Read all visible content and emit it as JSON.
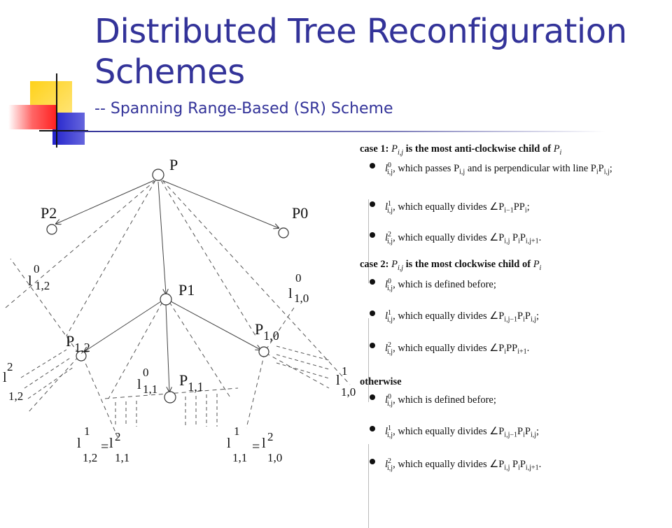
{
  "slide": {
    "title": "Distributed Tree Reconfiguration Schemes",
    "subtitle": "--  Spanning Range-Based (SR) Scheme"
  },
  "diagram": {
    "nodes": {
      "P": "P",
      "P0": "P0",
      "P1": "P1",
      "P2": "P2",
      "P10": "P",
      "P10_sub": "1,0",
      "P11": "P",
      "P11_sub": "1,1",
      "P12": "P",
      "P12_sub": "1,2"
    },
    "line_labels": {
      "l12_0": {
        "base": "l",
        "sup": "0",
        "sub": "1,2"
      },
      "l10_0": {
        "base": "l",
        "sup": "0",
        "sub": "1,0"
      },
      "l12_2": {
        "base": "l",
        "sup": "2",
        "sub": "1,2"
      },
      "l10_1": {
        "base": "l",
        "sup": "1",
        "sub": "1,0"
      },
      "l11_0": {
        "base": "l",
        "sup": "0",
        "sub": "1,1"
      },
      "eq_left": {
        "lhs_sup": "1",
        "lhs_sub": "1,2",
        "eq": "=",
        "rhs_sup": "2",
        "rhs_sub": "1,1",
        "base": "l"
      },
      "eq_right": {
        "lhs_sup": "1",
        "lhs_sub": "1,1",
        "eq": "=",
        "rhs_sup": "2",
        "rhs_sub": "1,0",
        "base": "l"
      }
    }
  },
  "cases": [
    {
      "head_bold": "case 1:",
      "head_math": "P",
      "head_math_sub": "i,j",
      "head_text": " is the most anti-clockwise child of ",
      "head_end": "P",
      "head_end_sub": "i",
      "items": [
        {
          "lbl_sup": "0",
          "lbl_sub": "i,j",
          "text": ", which passes P",
          "text_sub": "i,j",
          "tail": " and is perpendicular with line P",
          "tail_sub": "i",
          "tail2": "P",
          "tail2_sub": "i,j",
          "tail3": ";"
        },
        {
          "lbl_sup": "1",
          "lbl_sub": "i,j",
          "text": ", which equally divides ∠P",
          "text_sub": "i−1",
          "tail": "PP",
          "tail_sub": "i",
          "tail2": ";",
          "tail2_sub": "",
          "tail3": ""
        },
        {
          "lbl_sup": "2",
          "lbl_sub": "i,j",
          "text": ", which equally divides ∠P",
          "text_sub": "i,j",
          "tail": " P",
          "tail_sub": "i",
          "tail2": "P",
          "tail2_sub": "i,j+1",
          "tail3": "."
        }
      ]
    },
    {
      "head_bold": "case 2:",
      "head_math": "P",
      "head_math_sub": "i,j",
      "head_text": " is the most clockwise child of ",
      "head_end": "P",
      "head_end_sub": "i",
      "items": [
        {
          "lbl_sup": "0",
          "lbl_sub": "i,j",
          "text": ", which is defined before;",
          "text_sub": "",
          "tail": "",
          "tail_sub": "",
          "tail2": "",
          "tail2_sub": "",
          "tail3": ""
        },
        {
          "lbl_sup": "1",
          "lbl_sub": "i,j",
          "text": ", which equally divides ∠P",
          "text_sub": "i,j−1",
          "tail": "P",
          "tail_sub": "i",
          "tail2": "P",
          "tail2_sub": "i,j",
          "tail3": ";"
        },
        {
          "lbl_sup": "2",
          "lbl_sub": "i,j",
          "text": ", which equally divides ∠P",
          "text_sub": "i",
          "tail": "PP",
          "tail_sub": "i+1",
          "tail2": ".",
          "tail2_sub": "",
          "tail3": ""
        }
      ]
    },
    {
      "head_bold": "otherwise",
      "head_math": "",
      "head_math_sub": "",
      "head_text": "",
      "head_end": "",
      "head_end_sub": "",
      "items": [
        {
          "lbl_sup": "0",
          "lbl_sub": "i,j",
          "text": ", which is defined before;",
          "text_sub": "",
          "tail": "",
          "tail_sub": "",
          "tail2": "",
          "tail2_sub": "",
          "tail3": ""
        },
        {
          "lbl_sup": "1",
          "lbl_sub": "i,j",
          "text": ", which equally divides ∠P",
          "text_sub": "i,j−1",
          "tail": "P",
          "tail_sub": "i",
          "tail2": "P",
          "tail2_sub": "i,j",
          "tail3": ";"
        },
        {
          "lbl_sup": "2",
          "lbl_sub": "i,j",
          "text": ", which equally divides ∠P",
          "text_sub": "i,j",
          "tail": " P",
          "tail_sub": "i",
          "tail2": "P",
          "tail2_sub": "i,j+1",
          "tail3": "."
        }
      ]
    }
  ],
  "colors": {
    "title": "#333399",
    "deco_yellow": "#ffcc00",
    "deco_blue": "#3333cc",
    "deco_red": "#ff3333"
  }
}
